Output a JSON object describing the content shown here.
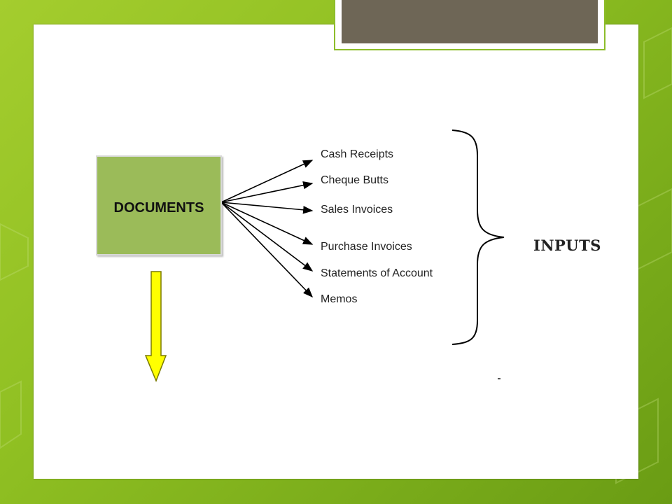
{
  "slide": {
    "title": "",
    "accent_color": "#9bbb59",
    "title_bar_color": "#6e6656"
  },
  "diagram": {
    "source_box": {
      "label": "DOCUMENTS"
    },
    "items": [
      {
        "label": "Cash Receipts"
      },
      {
        "label": "Cheque Butts"
      },
      {
        "label": "Sales Invoices"
      },
      {
        "label": "Purchase Invoices"
      },
      {
        "label": "Statements of Account"
      },
      {
        "label": "Memos"
      }
    ],
    "brace_label": "INPUTS",
    "down_arrow_color": "#ffff00"
  }
}
